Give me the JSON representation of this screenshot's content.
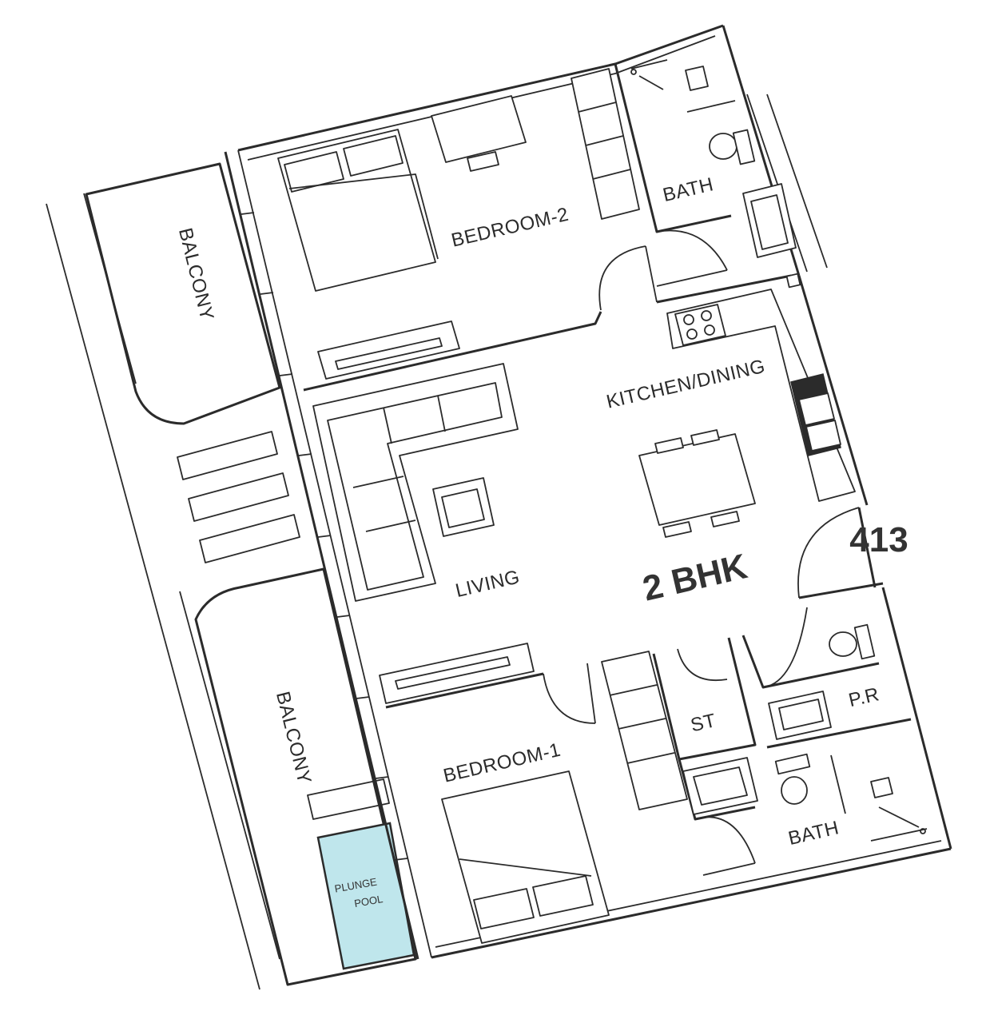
{
  "plan": {
    "unit_number": "413",
    "unit_type": "2 BHK",
    "rooms": {
      "bedroom_2": "BEDROOM-2",
      "bedroom_1": "BEDROOM-1",
      "bath_top": "BATH",
      "bath_bottom": "BATH",
      "kitchen_dining": "KITCHEN/DINING",
      "living": "LIVING",
      "store": "ST",
      "powder_room": "P.R",
      "balcony_top": "BALCONY",
      "balcony_bottom": "BALCONY",
      "plunge_pool_line1": "PLUNGE",
      "plunge_pool_line2": "POOL"
    },
    "colors": {
      "line": "#2b2b2b",
      "pool_fill": "#bfe6ec",
      "background": "#ffffff"
    }
  }
}
